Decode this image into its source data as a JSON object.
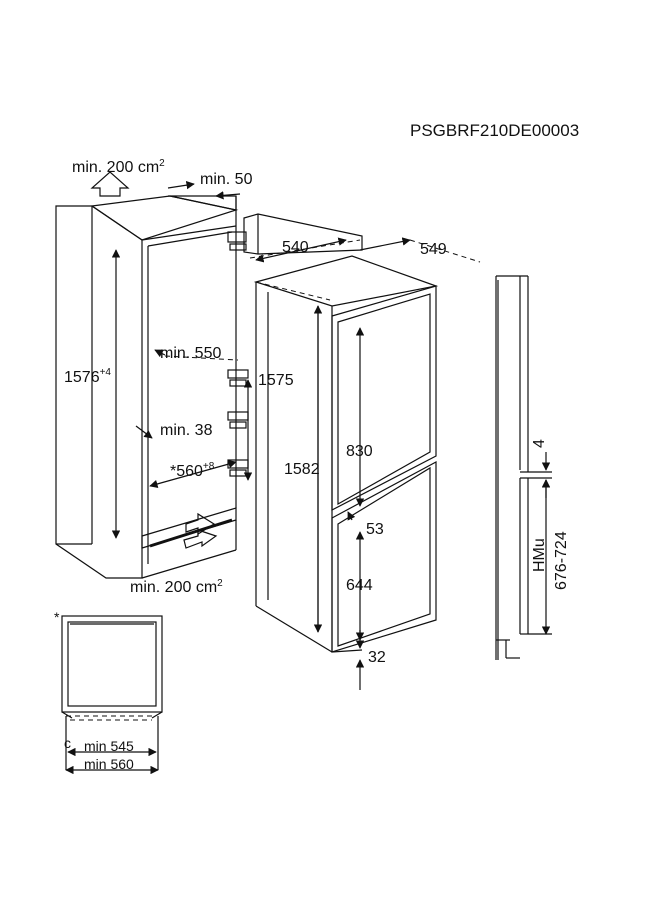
{
  "product_code": "PSGBRF210DE00003",
  "labels": {
    "vent_top": "min. 200 cm",
    "vent_top_sup": "2",
    "gap_top": "min. 50",
    "depth_540": "540",
    "depth_549": "549",
    "niche_height": "1576",
    "niche_height_tol": "+4",
    "min_550": "min. 550",
    "min_38": "min. 38",
    "niche_width": "*560",
    "niche_width_tol": "+8",
    "vent_bottom": "min. 200 cm",
    "vent_bottom_sup": "2",
    "h_1575": "1575",
    "h_1582": "1582",
    "h_830": "830",
    "h_53": "53",
    "h_644": "644",
    "h_32": "32",
    "gap_4": "4",
    "hmu": "HMu",
    "hmu_range": "676-724",
    "asterisk": "*",
    "min_545": "min 545",
    "min_560": "min 560"
  }
}
